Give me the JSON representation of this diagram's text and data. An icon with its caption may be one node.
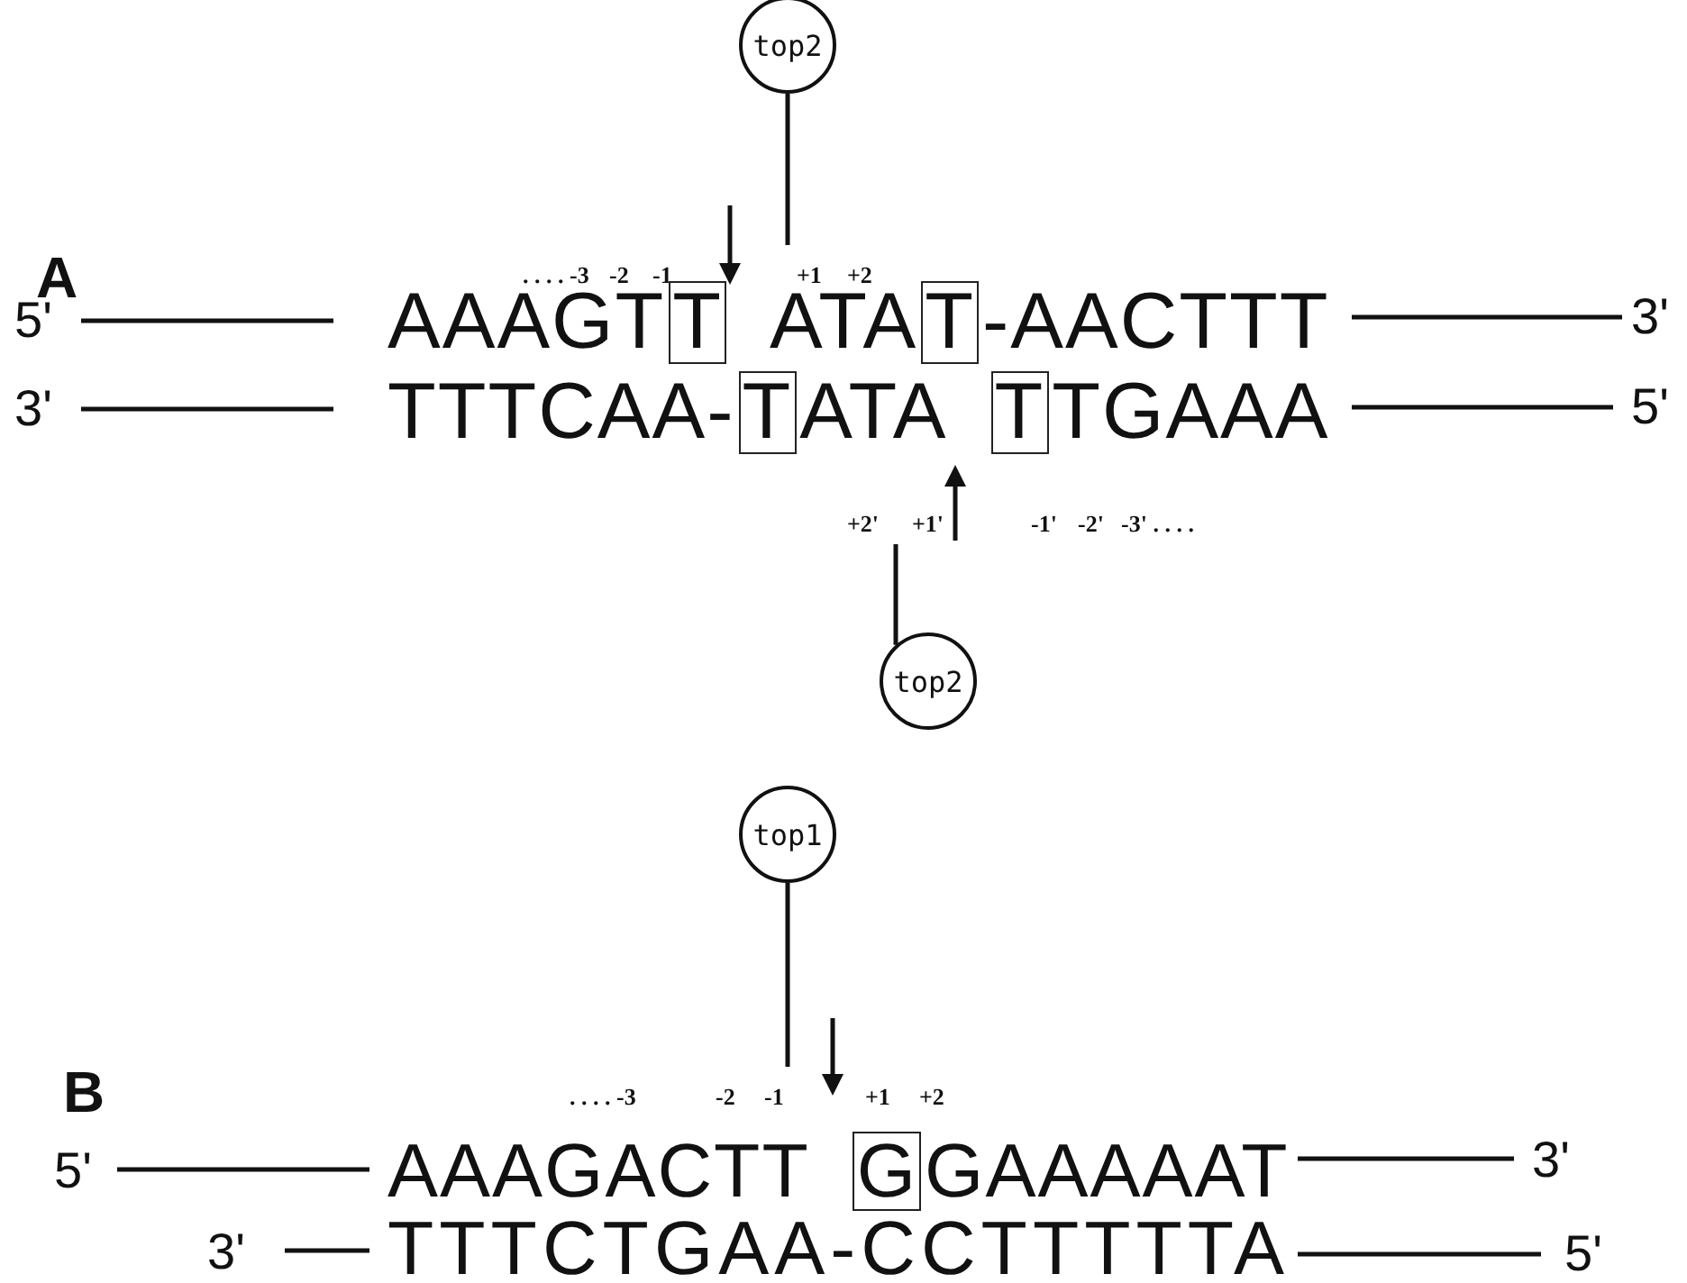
{
  "diagram": {
    "nodes": [
      {
        "text": [
          "top2"
        ]
      },
      {
        "text": [
          "T"
        ]
      },
      {
        "text": [
          "T"
        ]
      },
      {
        "text": [
          "T"
        ]
      },
      {
        "text": [
          "T"
        ]
      },
      {
        "text": [
          "top2"
        ]
      },
      {
        "text": [
          "top1"
        ]
      },
      {
        "text": [
          "G"
        ]
      }
    ],
    "edges": [
      {
        "from": 0,
        "to": null,
        "arrow": "none"
      },
      {
        "from": 5,
        "to": null,
        "arrow": "none"
      },
      {
        "from": 6,
        "to": null,
        "arrow": "none"
      }
    ],
    "labels": [
      ". . . . -3",
      "-2",
      "-1",
      "+1",
      "+2",
      "A",
      "5'",
      "AAAGT",
      "ATA",
      "-AACTTT",
      "3'",
      "3'",
      "TTTCAA-",
      "ATA",
      "TGAAA",
      "5'",
      "+2'",
      "+1'",
      "-1'",
      "-2'",
      "-3' . . . .",
      "B",
      ". . . . -3",
      "-2",
      "-1",
      "+1",
      "+2",
      "5'",
      "AAAGACTT",
      "GAAAAAT",
      "3'",
      "3'",
      "TTTCTGAA-CCTTTTTA",
      "5'"
    ]
  }
}
